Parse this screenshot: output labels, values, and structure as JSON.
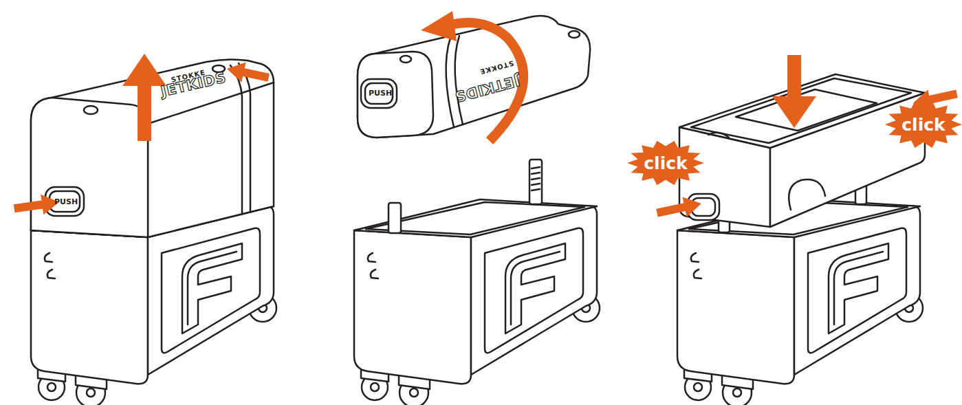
{
  "diagram": {
    "nodes": [
      {
        "text": [
          "click"
        ]
      },
      {
        "text": [
          "click"
        ]
      }
    ],
    "labels": [
      "STOKKE",
      "JETKIDS",
      "PUSH",
      "STOKKE",
      "JETKIDS",
      "PUSH"
    ]
  }
}
